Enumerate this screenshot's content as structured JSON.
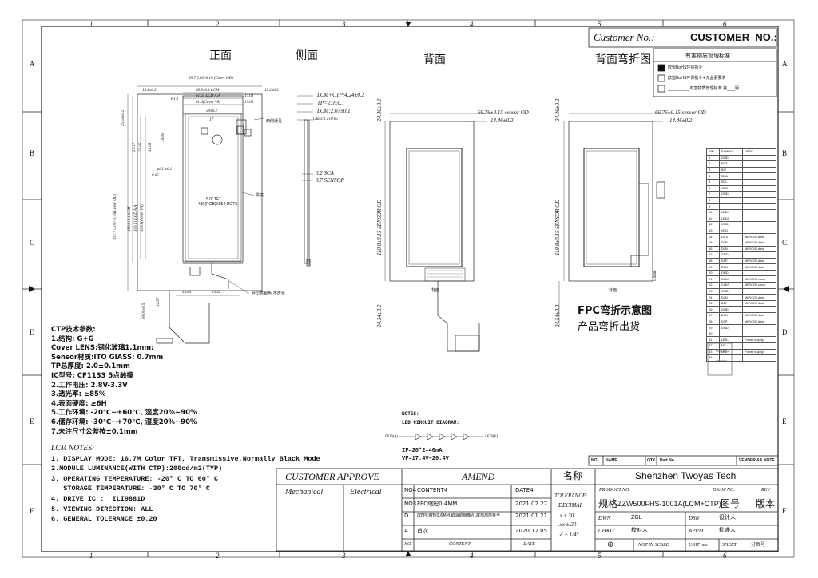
{
  "frame": {
    "cols": [
      "1",
      "2",
      "3",
      "4",
      "5",
      "6"
    ],
    "rows": [
      "A",
      "B",
      "C",
      "D",
      "E",
      "F"
    ]
  },
  "views": {
    "front": "正面",
    "side": "侧面",
    "back": "背面",
    "back_folded": "背面弯折图"
  },
  "customer": {
    "label": "Customer No.:",
    "value": "CUSTOMER_NO.:"
  },
  "rohs": {
    "title": "有害物质管理标准",
    "item1": "欧盟RoHS环保指令",
    "item2": "欧盟RoHS环保指令+无卤素要求",
    "item3": "___________有害物质管理标准  第____版"
  },
  "front_dims": {
    "cover_od_w": "95.7 0.00/-0.10 (Cover OD)",
    "lcm_w": "65.5±0.1 LCM",
    "lcd_aa_w": "61.63 LCD A.A",
    "cover_va_w": "61.6(Cover VA)",
    "d59": "59±0.2",
    "d17": "17",
    "left_152": "15.2±0.2",
    "right_152": "15.2±0.2",
    "d1703a": "17.03",
    "d1703b": "17.03",
    "r13": "R1.3",
    "r_slot": "φ1.2 ±0.1",
    "d865": "8.65",
    "side_screw": "两侧通孔",
    "panel_text1": "5.0\" TFT",
    "panel_text2": "480(RGB)X854 DOTS",
    "black_bottom": "黑底",
    "silk": "丝印亮银色,不透光",
    "b3985": "39.85",
    "b2542": "25.42",
    "v2555": "25.55±0.2",
    "v2717": "27.17",
    "v2705": "27.05",
    "v3165": "31.65",
    "v1485": "14.85",
    "v167": "167.7 0.00/-0.10(Cover OD)",
    "v1198": "119.8±0.1 LCM",
    "v1096": "109.61 LCD A.A",
    "v1099": "109.9(Cover VA)",
    "v9000": "90.00±0.5",
    "v1287": "12.87"
  },
  "side_dims": {
    "lcm_ctp": "LCM+CTP:4.24±0.2",
    "tp": "TP=2.0±0.1",
    "lcm": "LCM:2.07±0.1",
    "glass": "Glass:1.1±0.05",
    "sca": "0.2 SCA",
    "sensor": "0.7 SENSOR"
  },
  "back_dims": {
    "sensor_od": "66.76±0.15 sensor OD",
    "d1446": "14.46±0.2",
    "v2436": "24.36±0.2",
    "v1188": "118.8±0.15 SENSOR OD",
    "v2454": "24.54±0.2",
    "back_label": "背面"
  },
  "fold_dims": {
    "sensor_od": "66.76±0.15 sensor OD",
    "d1446": "14.46±0.2",
    "v2436": "24.36±0.2",
    "v1188": "118.8±0.15 SENSOR OD",
    "v2454": "24.54±0.2",
    "v06": "0.6mm",
    "back_label": "背面",
    "fpc_title": "FPC弯折示意图",
    "fpc_note": "产品弯折出货"
  },
  "ctp_notes": {
    "title": "CTP技术参数:",
    "lines": [
      "1.结构: G+G",
      "Cover LENS:钢化玻璃1.1mm;",
      "Sensor材质:ITO GIASS: 0.7mm",
      "TP总厚度: 2.0±0.1mm",
      "IC型号: CF1133 5点触摸",
      "2.工作电压: 2.8V-3.3V",
      "3.透光率: ≥85%",
      "4.表面硬度: ≥6H",
      "5.工作环境: -20℃~+60℃, 湿度20%~90%",
      "6.储存环境: -30℃~+70℃, 湿度20%~90%",
      "7.未注尺寸公差按±0.1mm"
    ]
  },
  "lcm_notes": {
    "title": "LCM NOTES:",
    "lines": [
      "1. DISPLAY MODE: 16.7M Color TFT, Transmissive,Normally Black Mode",
      "2.MODULE LUMINANCE(WITH CTP):200cd/m2(TYP)",
      "3. OPERATING TEMPERATURE: -20° C TO 60° C",
      "   STORAGE TEMPERATURE: -30° C TO 70° C",
      "4. DRIVE IC :  ILI9881D",
      "5. VIEWING DIRECTION: ALL",
      "6. GENERAL TOLERANCE ±0.20"
    ]
  },
  "led_notes": {
    "title": "NOTES:",
    "sub": "LED CIRCUIT DIAGRAM:",
    "ledp": "LED(A)",
    "ledn": "LED(K)",
    "if": "IF=20*2=40mA",
    "vf": "VF=17.4V~20.4V"
  },
  "pin_table": {
    "headers": [
      "PIN",
      "SYMBOL",
      "DESC"
    ],
    "rows": [
      [
        "1",
        "GND",
        ""
      ],
      [
        "2",
        "RST",
        ""
      ],
      [
        "3",
        "INT",
        ""
      ],
      [
        "4",
        "SDA",
        ""
      ],
      [
        "5",
        "SCL",
        ""
      ],
      [
        "6",
        "VDD",
        ""
      ],
      [
        "7",
        "GND",
        ""
      ],
      [
        "8",
        "",
        ""
      ],
      [
        "9",
        "",
        ""
      ],
      [
        "10",
        "LEDK",
        ""
      ],
      [
        "11",
        "LEDA",
        ""
      ],
      [
        "12",
        "GND",
        ""
      ],
      [
        "13",
        "VDD",
        ""
      ],
      [
        "14",
        "DCX",
        "MIPI/DSI data"
      ],
      [
        "15",
        "D0P",
        "MIPI/DSI data"
      ],
      [
        "16",
        "D0N",
        "MIPI/DSI data"
      ],
      [
        "17",
        "GND",
        ""
      ],
      [
        "18",
        "D1P",
        "MIPI/DSI data"
      ],
      [
        "19",
        "D1N",
        "MIPI/DSI data"
      ],
      [
        "20",
        "GND",
        ""
      ],
      [
        "21",
        "CLKN",
        "MIPI/DSI clock"
      ],
      [
        "22",
        "CLKP",
        "MIPI/DSI clock"
      ],
      [
        "23",
        "GND",
        ""
      ],
      [
        "24",
        "D2N",
        "MIPI/DSI data"
      ],
      [
        "25",
        "D2P",
        "MIPI/DSI data"
      ],
      [
        "26",
        "GND",
        ""
      ],
      [
        "27",
        "D3N",
        "MIPI/DSI data"
      ],
      [
        "28",
        "D3P",
        "MIPI/DSI data"
      ],
      [
        "29",
        "GND",
        ""
      ],
      [
        "30",
        "",
        ""
      ],
      [
        "31",
        "LED-",
        "Power supply"
      ],
      [
        "32",
        "NC",
        ""
      ],
      [
        "33",
        "LED+",
        "Power supply"
      ],
      [
        "34",
        "",
        ""
      ]
    ]
  },
  "parts_header": [
    "NO.",
    "NAME",
    "QTY",
    "Part No.",
    "VENDER && NOTE"
  ],
  "title_block": {
    "customer_approve": "CUSTOMER APPROVE",
    "mechanical": "Mechanical",
    "electrical": "Electrical",
    "amend": "AMEND",
    "name_label": "名称",
    "company": "Shenzhen Twoyas Tech",
    "product_no_label": "PRODUCT NO.",
    "draw_no_label": "DRAW NO.",
    "rev_label": "REV",
    "spec_label": "规格",
    "model": "ZZW500FHS-1001A(LCM+CTP)",
    "drawing_no_label": "图号",
    "version_label": "版本",
    "tolerance_label": "TOLERANCE:",
    "decimal_label": "DECIMAL",
    "tol1": ".x ±.30",
    "tol2": ".xx ±.20",
    "tol3": "∠ ± 1/4°",
    "dwn_label": "DWN",
    "dwn_value": "ZGL",
    "dsn_label": "DSN",
    "dsn_value": "设计人",
    "chkd_label": "CHKD",
    "chkd_value": "校对人",
    "appd_label": "APPD",
    "appd_value": "批准人",
    "not_in_scale": "NOT IN SCALE",
    "unit": "UNIT mm",
    "sheet_label": "SHEET:",
    "sheet_value": "分页号",
    "rev_header_no": "NO.",
    "rev_header_content": "CONTENT",
    "rev_header_date": "DATE",
    "revisions": [
      {
        "no": "NO4",
        "content": "CONTENT4",
        "date": "DATE4"
      },
      {
        "no": "NO3",
        "content": "FPC缩短0.4MM",
        "date": "2021.02.27"
      },
      {
        "no": "D",
        "content": "屏FPC缩短0.6MM,取消前摄像孔,底部动能补全",
        "date": "2021.01.21"
      },
      {
        "no": "A",
        "content": "首次",
        "date": "2020.12.05"
      }
    ]
  }
}
